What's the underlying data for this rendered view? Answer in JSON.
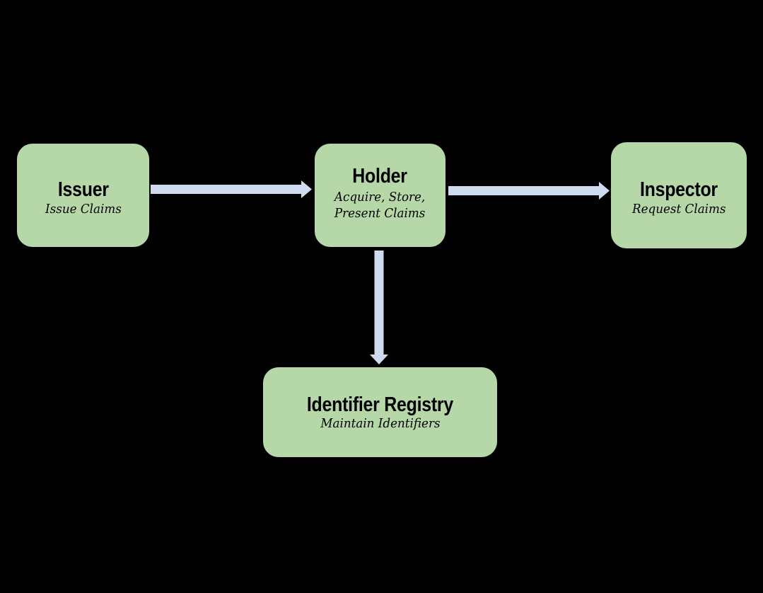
{
  "diagram": {
    "nodes": [
      {
        "id": "issuer",
        "title": "Issuer",
        "subtitle": "Issue Claims"
      },
      {
        "id": "holder",
        "title": "Holder",
        "subtitle": "Acquire, Store,\nPresent Claims"
      },
      {
        "id": "inspector",
        "title": "Inspector",
        "subtitle": "Request Claims"
      },
      {
        "id": "registry",
        "title": "Identifier Registry",
        "subtitle": "Maintain Identifiers"
      }
    ],
    "edges": [
      {
        "from": "issuer",
        "to": "holder"
      },
      {
        "from": "holder",
        "to": "inspector"
      },
      {
        "from": "holder",
        "to": "registry"
      }
    ],
    "colors": {
      "background": "#000000",
      "node_fill": "#b6d7a8",
      "arrow": "#cfdcf0",
      "text": "#000000"
    }
  }
}
